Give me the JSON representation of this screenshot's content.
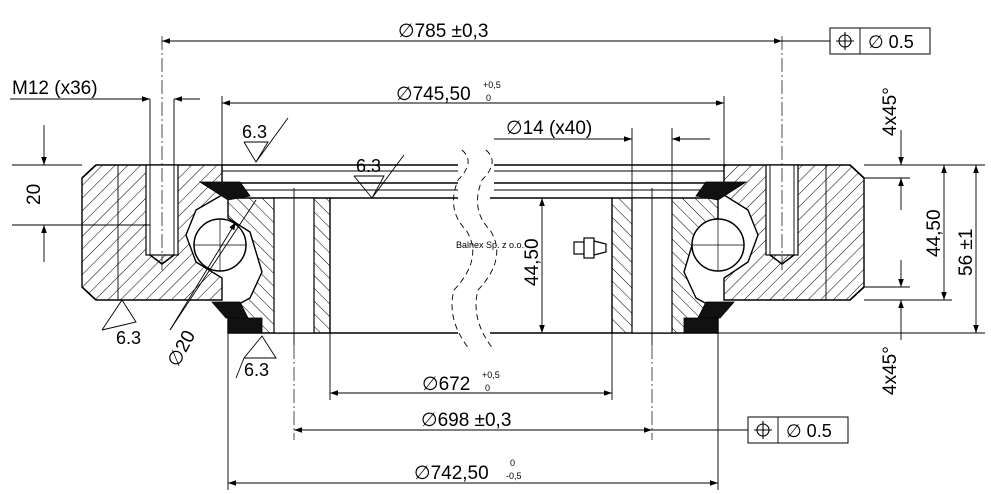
{
  "dimensions": {
    "outer_bolt_circle": "785 ±0,3",
    "inner_race": "745,50",
    "inner_race_tol_upper": "+0,5",
    "inner_race_tol_lower": "0",
    "bore": "672",
    "bore_tol_upper": "+0,5",
    "bore_tol_lower": "0",
    "inner_bolt_circle": "698 ±0,3",
    "inner_ring_od": "742,50",
    "inner_ring_od_tol_upper": "0",
    "inner_ring_od_tol_lower": "-0,5",
    "thread": "M12 (x36)",
    "hole": "14 (x40)",
    "outer_height": "20",
    "inner_height_left": "44,50",
    "inner_height_right": "44,50",
    "total_height": "56 ±1",
    "chamfer_top": "4x45°",
    "chamfer_bottom": "4x45°",
    "ball_diameter": "20"
  },
  "diameter_symbol": "∅",
  "roughness": {
    "top_left": "6.3",
    "top_center": "6.3",
    "bottom_left": "6.3",
    "bottom_center": "6.3"
  },
  "tolerance_frames": {
    "top": {
      "symbol": "position-icon",
      "zone": "∅ 0.5"
    },
    "bottom": {
      "symbol": "position-icon",
      "zone": "∅ 0.5"
    }
  },
  "watermark": "Balnex Sp. z o.o."
}
